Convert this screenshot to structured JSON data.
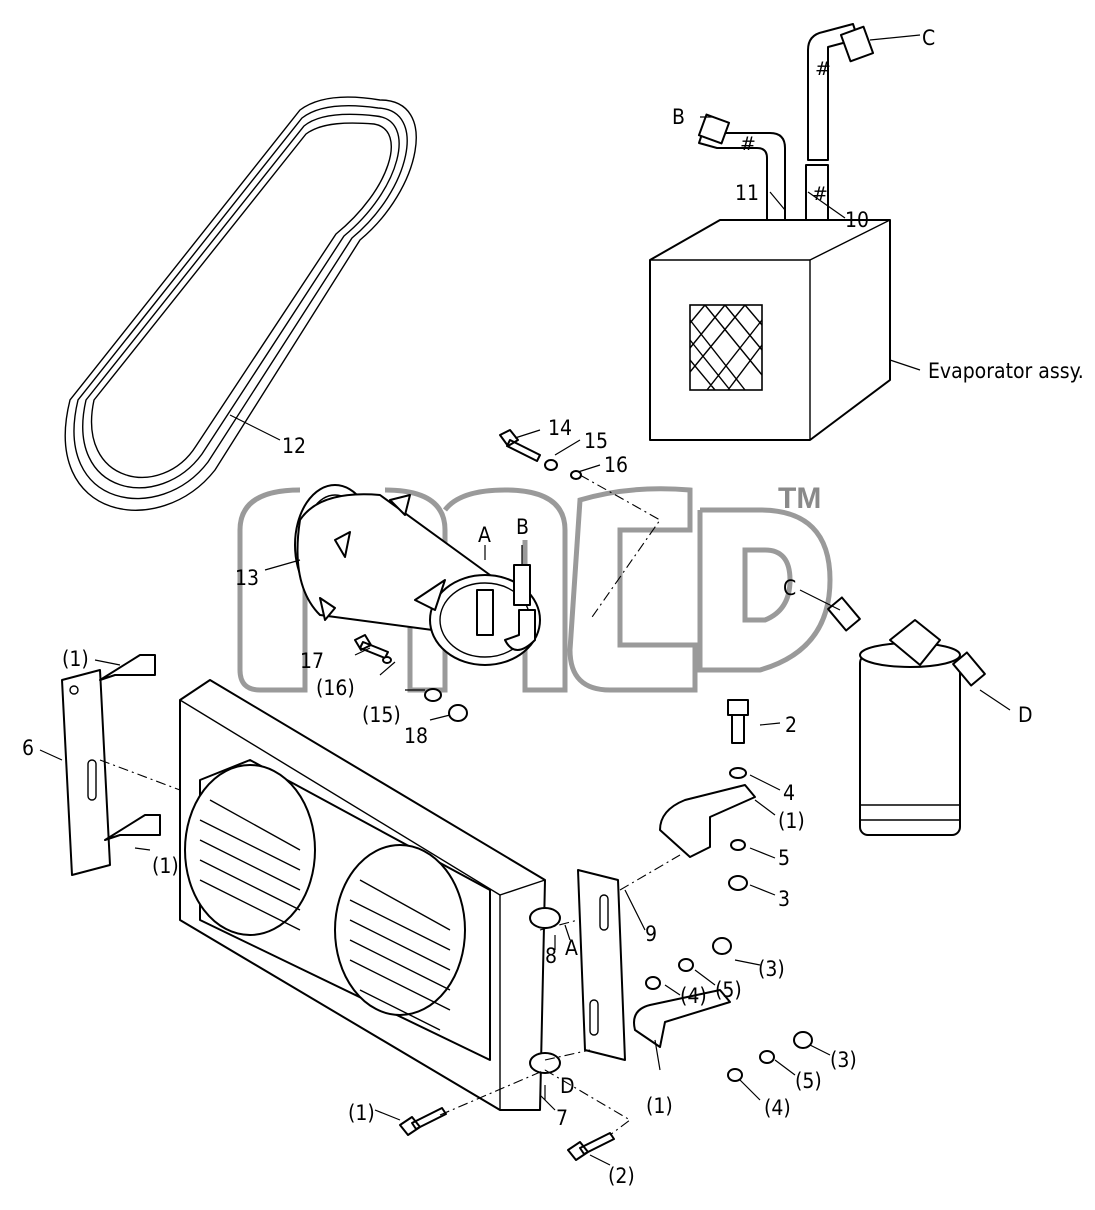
{
  "title": "",
  "watermark": {
    "tm": "TM"
  },
  "connection_letters": {
    "b_top": "B",
    "c_top": "C",
    "a_comp": "A",
    "b_comp": "B",
    "c_drier": "C",
    "d_drier": "D",
    "a_cond": "A",
    "d_cond": "D"
  },
  "callouts": {
    "c11": "11",
    "c10": "10",
    "c12": "12",
    "c14": "14",
    "c15": "15",
    "c16": "16",
    "c13": "13",
    "c17": "17",
    "c16p": "(16)",
    "c15p": "(15)",
    "c18": "18",
    "c1_bracket_top": "(1)",
    "c6": "6",
    "c1_bracket_bottom": "(1)",
    "c2": "2",
    "c4": "4",
    "c1_right_bracket": "(1)",
    "c5": "5",
    "c3": "3",
    "c9": "9",
    "c8": "8",
    "c3p_a": "(3)",
    "c5p_a": "(5)",
    "c4p_a": "(4)",
    "c3p_b": "(3)",
    "c5p_b": "(5)",
    "c4p_b": "(4)",
    "c1_lower_bracket": "(1)",
    "c7": "7",
    "c1_bolt": "(1)",
    "c2_bolt": "(2)"
  },
  "labels": {
    "evaporator": "Evaporator assy."
  }
}
